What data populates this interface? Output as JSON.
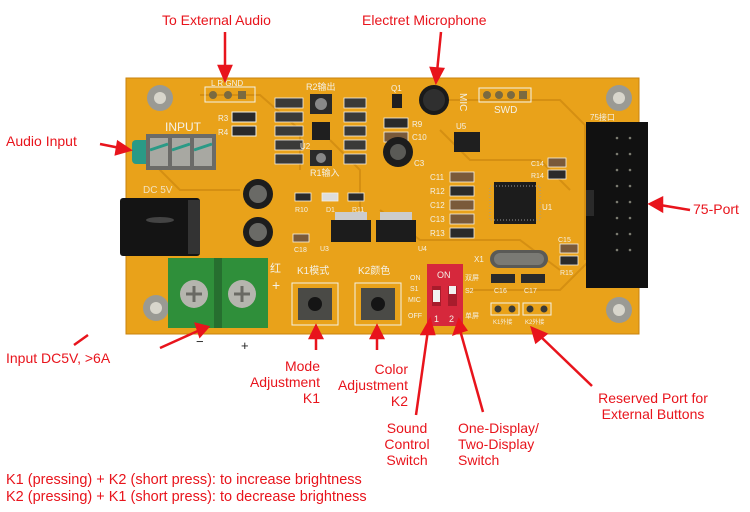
{
  "labels": {
    "external_audio": "To External Audio",
    "microphone": "Electret Microphone",
    "audio_input": "Audio Input",
    "port75": "75-Port",
    "dc_input": "Input DC5V, >6A",
    "mode_k1": [
      "Mode",
      "Adjustment",
      "K1"
    ],
    "color_k2": [
      "Color",
      "Adjustment",
      "K2"
    ],
    "sound_switch": [
      "Sound",
      "Control",
      "Switch"
    ],
    "display_switch": [
      "One-Display/",
      "Two-Display",
      "Switch"
    ],
    "reserved_port": [
      "Reserved Port for",
      "External Buttons"
    ]
  },
  "notes": [
    "K1 (pressing) + K2 (short press): to increase brightness",
    "K2 (pressing) + K1 (short press): to decrease brightness"
  ],
  "silkscreen": {
    "input": "INPUT",
    "dc5v": "DC 5V",
    "lr_gnd": "L  R  GND",
    "r2_out": "R2输出",
    "r1_in": "R1输入",
    "mic": "MIC",
    "swd": "SWD",
    "port75": "75接口",
    "k1_mode": "K1模式",
    "k2_color": "K2颜色",
    "k1_ext": "K1外接",
    "k2_ext": "K2外接",
    "dip_on": "ON",
    "dip_1": "1",
    "dip_2": "2",
    "on": "ON",
    "s1": "S1",
    "mic_small": "MIC",
    "off": "OFF",
    "s2": "S2",
    "dual": "双屏",
    "single": "单屏",
    "u1": "U1",
    "u2": "U2",
    "u3": "U3",
    "u4": "U4",
    "u5": "U5",
    "x1": "X1",
    "q1": "Q1",
    "d1": "D1",
    "c3": "C3",
    "c11": "C11",
    "r12": "R12",
    "c12": "C12",
    "c13": "C13",
    "r13": "R13",
    "c14": "C14",
    "r14": "R14",
    "c15": "C15",
    "r15": "R15",
    "c16": "C16",
    "c17": "C17",
    "r3": "R3",
    "r4": "R4",
    "r9": "R9",
    "c10": "C10",
    "r10": "R10",
    "r11": "R11",
    "c18": "C18",
    "minus": "−",
    "plus": "+",
    "red": "红"
  },
  "colors": {
    "label_red": "#e8141c",
    "pcb": "#e9a21a",
    "pcb_dark": "#c9830e",
    "terminal_green": "#2f8f3a",
    "jack_teal": "#2a9a86",
    "dip_red": "#d6283c"
  }
}
